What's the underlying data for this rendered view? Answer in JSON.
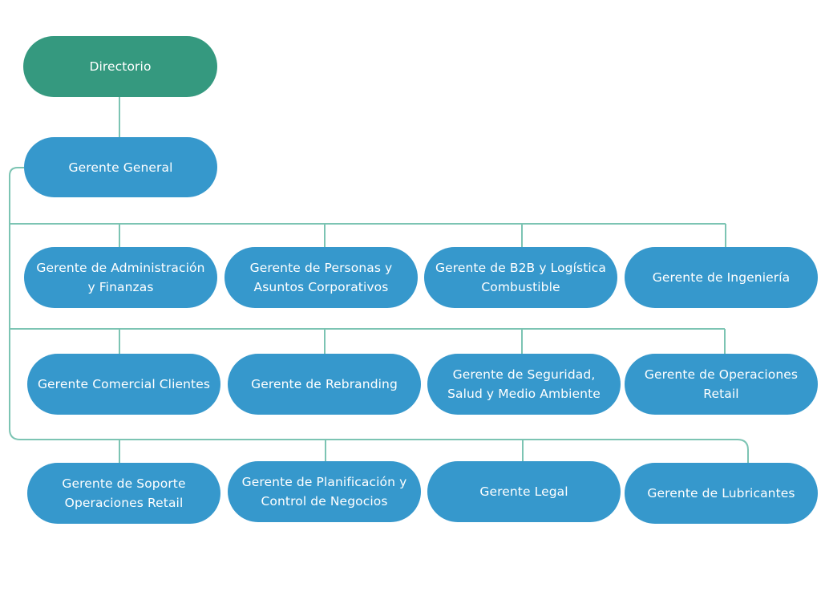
{
  "colors": {
    "root": "#35997f",
    "node": "#3698cc",
    "connector": "#7cc4b3"
  },
  "chart": {
    "root": "Directorio",
    "general_manager": "Gerente General",
    "row1": [
      "Gerente de Administración y Finanzas",
      "Gerente de Personas y Asuntos Corporativos",
      "Gerente de B2B y Logística Combustible",
      "Gerente de Ingeniería"
    ],
    "row2": [
      "Gerente Comercial Clientes",
      "Gerente de Rebranding",
      "Gerente de Seguridad, Salud y Medio Ambiente",
      "Gerente de Operaciones Retail"
    ],
    "row3": [
      "Gerente de Soporte Operaciones Retail",
      "Gerente de Planificación y Control de Negocios",
      "Gerente Legal",
      "Gerente de Lubricantes"
    ]
  }
}
